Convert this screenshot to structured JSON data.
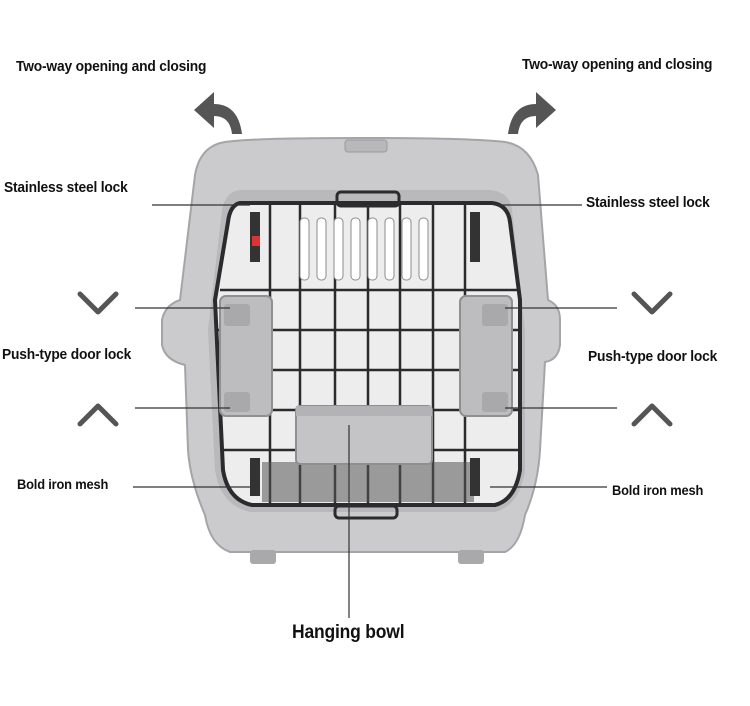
{
  "labels": {
    "two_way_left": "Two-way opening and closing",
    "two_way_right": "Two-way opening and closing",
    "steel_lock_left": "Stainless steel lock",
    "steel_lock_right": "Stainless steel lock",
    "push_lock_left": "Push-type door lock",
    "push_lock_right": "Push-type door lock",
    "iron_mesh_left": "Bold iron mesh",
    "iron_mesh_right": "Bold iron mesh",
    "hanging_bowl": "Hanging bowl"
  },
  "icons": {
    "open_arrow": "curved-arrow-icon",
    "down": "chevron-down-icon",
    "up": "chevron-up-icon"
  },
  "colors": {
    "shell": "#c9c9cb",
    "shell_dark": "#a9a9ac",
    "mesh": "#2b2b2d",
    "icon": "#555555",
    "leader": "#333333"
  }
}
